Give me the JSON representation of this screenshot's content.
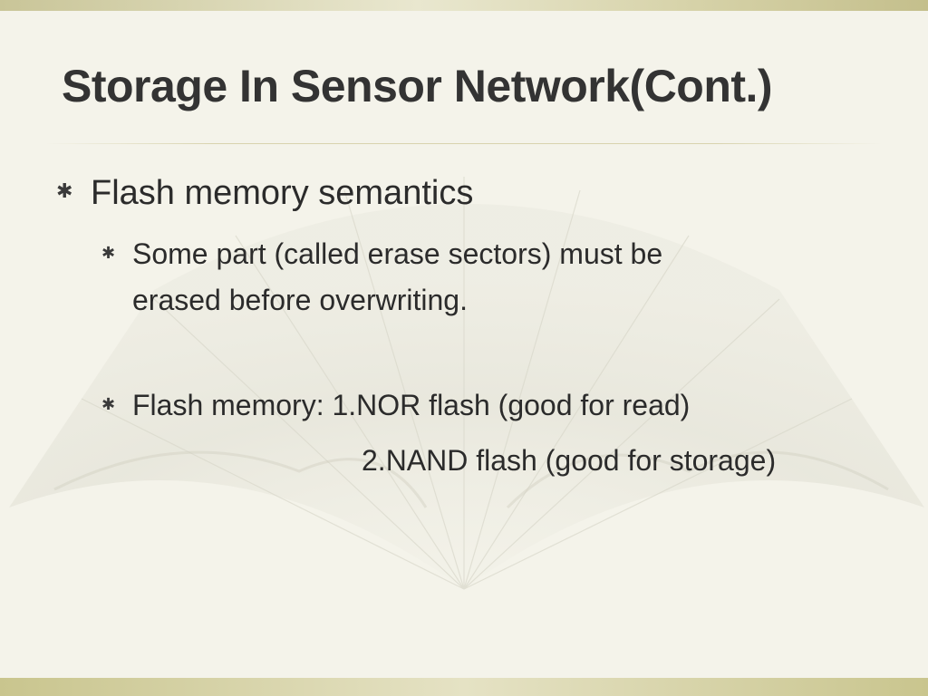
{
  "slide": {
    "title": "Storage In Sensor Network(Cont.)",
    "bullets": [
      {
        "text": "Flash memory semantics",
        "icon": "star-bullet-icon"
      }
    ],
    "sub_bullets": [
      {
        "line1_before": "Some part (called ",
        "emphasis": "erase sectors",
        "line1_after": ") must be",
        "line2": "erased before overwriting.",
        "icon": "star-bullet-icon"
      },
      {
        "line1": "Flash memory: 1.NOR flash (good for read)",
        "line2": "2.NAND flash (good for storage)",
        "icon": "star-bullet-icon"
      }
    ]
  },
  "colors": {
    "background": "#f4f3ea",
    "band": "#c9c598",
    "text": "#2b2b2b"
  }
}
